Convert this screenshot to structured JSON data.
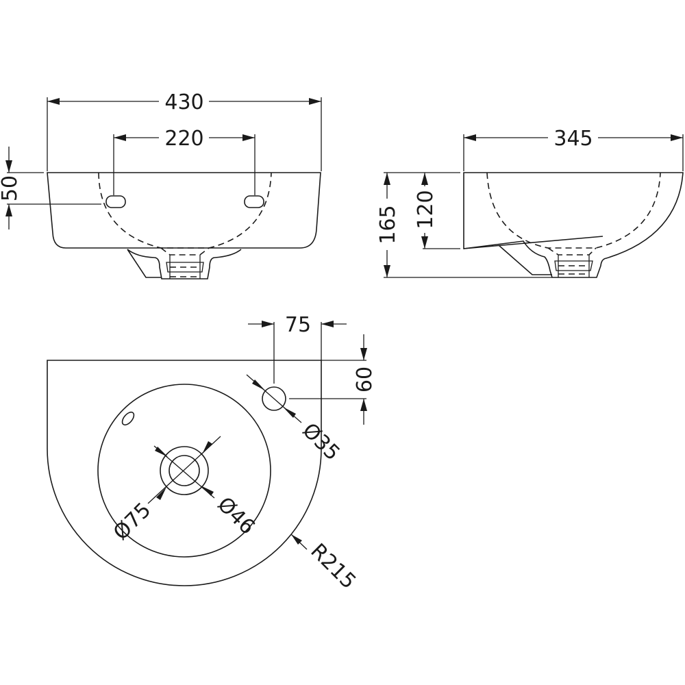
{
  "drawing": {
    "title": "Corner wash basin technical drawing",
    "units": "mm",
    "line_color": "#1a1a1a",
    "background": "#ffffff"
  },
  "front_view": {
    "overall_width": "430",
    "tap_hole_spacing": "220",
    "overflow_height": "50"
  },
  "side_view": {
    "depth": "345",
    "total_height": "165",
    "bowl_height": "120"
  },
  "plan_view": {
    "tap_hole_offset_x": "75",
    "tap_hole_offset_y": "60",
    "tap_hole_diameter": "Ø35",
    "waste_outer_diameter": "Ø75",
    "waste_inner_diameter": "Ø46",
    "radius": "R215"
  }
}
